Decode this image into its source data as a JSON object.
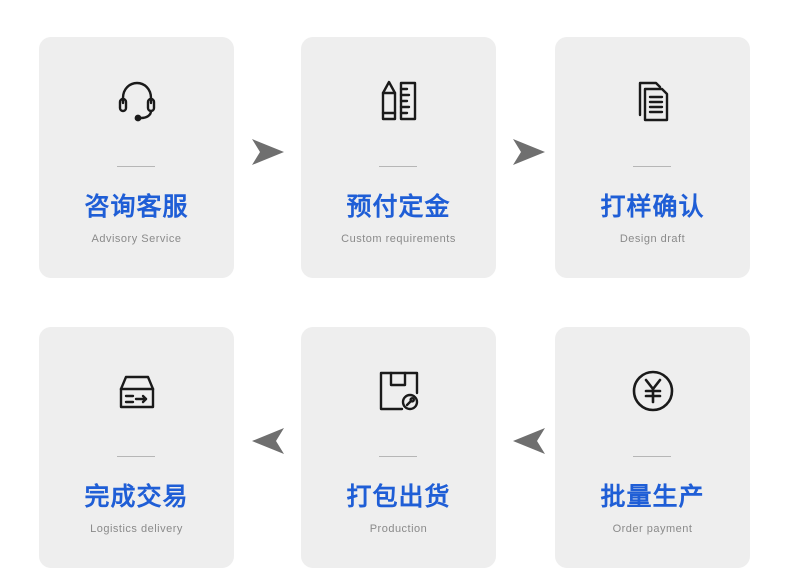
{
  "steps": [
    {
      "title": "咨询客服",
      "subtitle": "Advisory Service",
      "icon": "headset-icon"
    },
    {
      "title": "预付定金",
      "subtitle": "Custom requirements",
      "icon": "pen-ruler-icon"
    },
    {
      "title": "打样确认",
      "subtitle": "Design draft",
      "icon": "documents-icon"
    },
    {
      "title": "完成交易",
      "subtitle": "Logistics delivery",
      "icon": "inbox-tray-icon"
    },
    {
      "title": "打包出货",
      "subtitle": "Production",
      "icon": "package-icon"
    },
    {
      "title": "批量生产",
      "subtitle": "Order payment",
      "icon": "yen-circle-icon"
    }
  ],
  "colors": {
    "card_background": "#eeeeee",
    "title_text": "#1f5ed6",
    "subtitle_text": "#8a8a8a",
    "arrow": "#6f6f6f",
    "icon_stroke": "#1a1a1a"
  }
}
